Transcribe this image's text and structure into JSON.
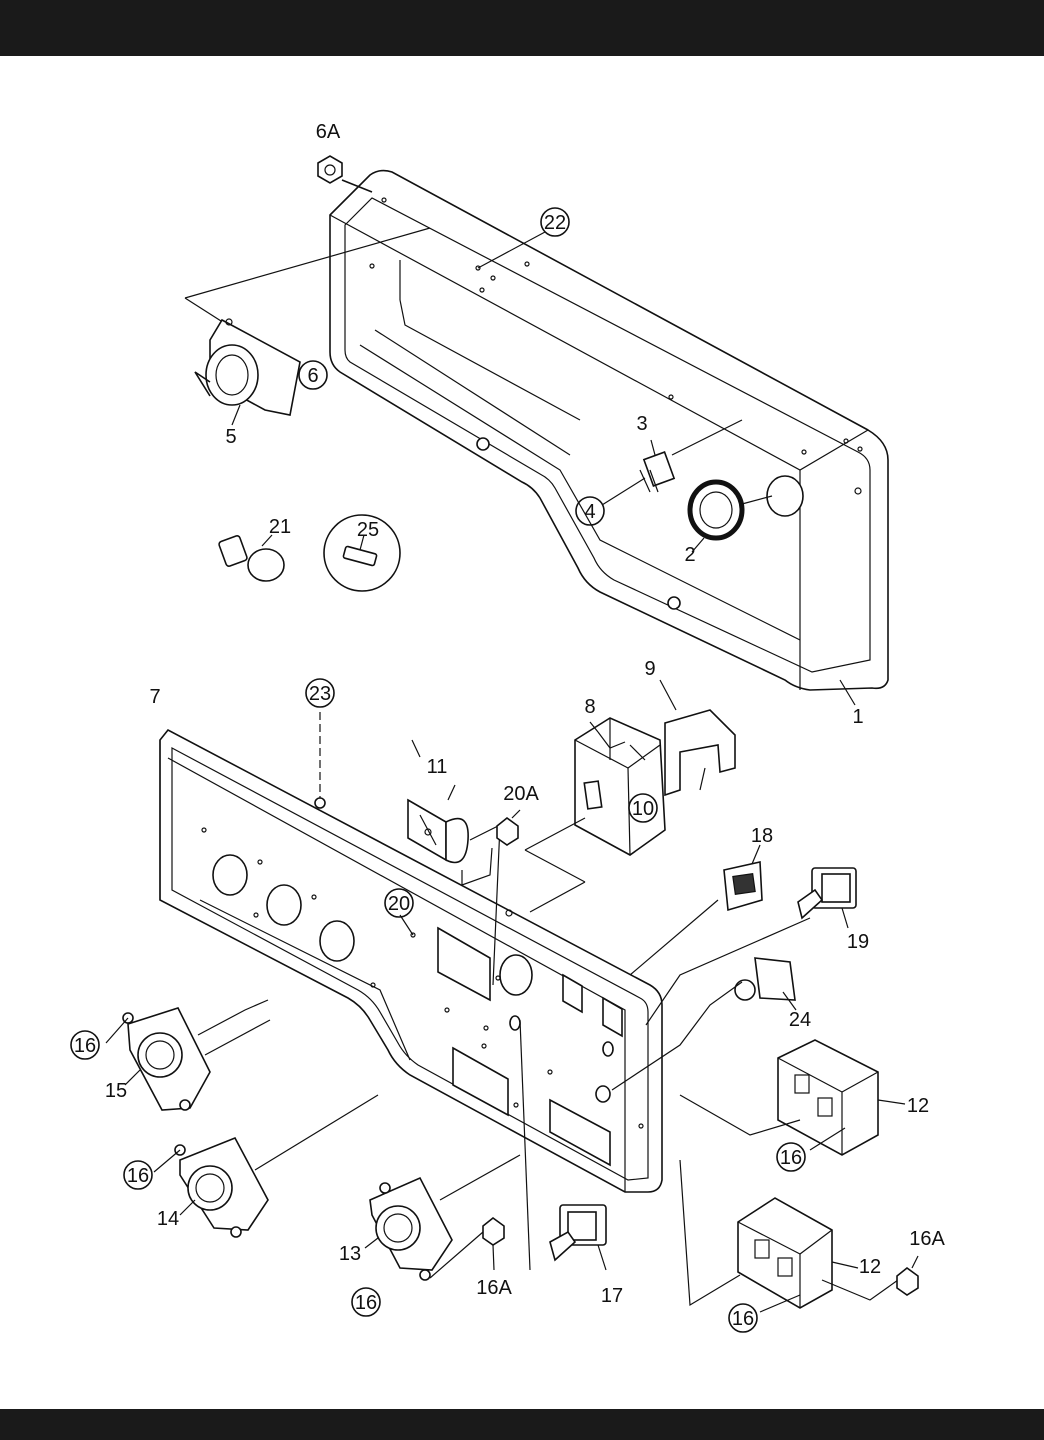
{
  "header": {
    "color": "#1a1a1a"
  },
  "footer": {
    "color": "#1a1a1a"
  },
  "callouts": {
    "c6A": "6A",
    "c22": "22",
    "c6": "6",
    "c5": "5",
    "c3": "3",
    "c4": "4",
    "c2": "2",
    "c21": "21",
    "c25": "25",
    "c1": "1",
    "c9": "9",
    "c8": "8",
    "c7": "7",
    "c23": "23",
    "c11": "11",
    "c20A": "20A",
    "c10": "10",
    "c18": "18",
    "c19": "19",
    "c20": "20",
    "c24": "24",
    "c16a": "16",
    "c15": "15",
    "c16b": "16",
    "c14": "14",
    "c12a": "12",
    "c16c": "16",
    "c13": "13",
    "c16d": "16",
    "c16A_a": "16A",
    "c17": "17",
    "c16A_b": "16A",
    "c12b": "12",
    "c16e": "16"
  }
}
